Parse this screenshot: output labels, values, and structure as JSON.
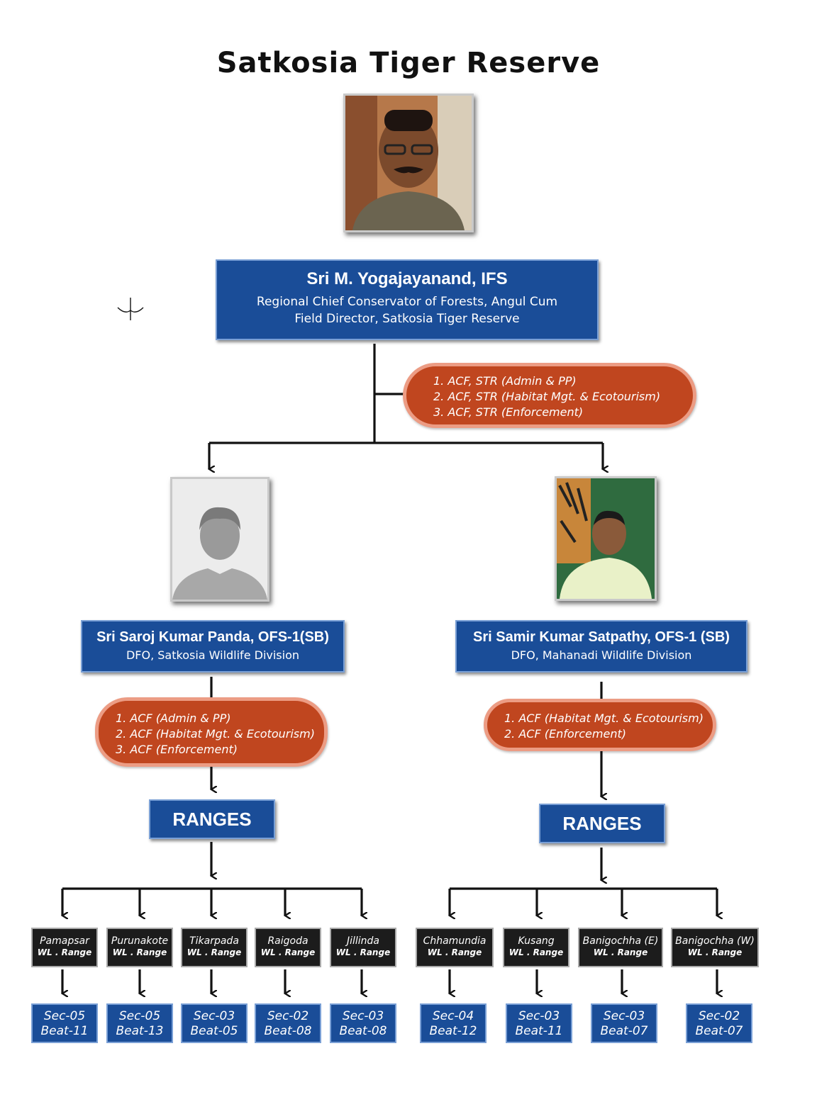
{
  "title": "Satkosia Tiger Reserve",
  "top": {
    "name": "Sri M. Yogajayanand, IFS",
    "line1": "Regional  Chief Conservator of Forests, Angul  Cum",
    "line2": "Field Director, Satkosia Tiger Reserve",
    "acf": [
      "1. ACF, STR (Admin & PP)",
      "2. ACF, STR (Habitat Mgt. &  Ecotourism)",
      "3. ACF, STR (Enforcement)"
    ]
  },
  "left": {
    "name": "Sri Saroj Kumar Panda, OFS-1(SB)",
    "designation": "DFO, Satkosia Wildlife Division",
    "acf": [
      "1. ACF (Admin & PP)",
      "2. ACF (Habitat Mgt. &  Ecotourism)",
      "3. ACF (Enforcement)"
    ],
    "ranges_label": "RANGES",
    "ranges": [
      {
        "name": "Pamapsar",
        "type": "WL . Range",
        "sec": "Sec-05",
        "beat": "Beat-11"
      },
      {
        "name": "Purunakote",
        "type": "WL . Range",
        "sec": "Sec-05",
        "beat": "Beat-13"
      },
      {
        "name": "Tikarpada",
        "type": "WL . Range",
        "sec": "Sec-03",
        "beat": "Beat-05"
      },
      {
        "name": "Raigoda",
        "type": "WL . Range",
        "sec": "Sec-02",
        "beat": "Beat-08"
      },
      {
        "name": "Jillinda",
        "type": "WL . Range",
        "sec": "Sec-03",
        "beat": "Beat-08"
      }
    ]
  },
  "right": {
    "name": "Sri Samir Kumar Satpathy, OFS-1 (SB)",
    "designation": "DFO, Mahanadi Wildlife Division",
    "acf": [
      "1. ACF (Habitat Mgt. &  Ecotourism)",
      "2. ACF (Enforcement)"
    ],
    "ranges_label": "RANGES",
    "ranges": [
      {
        "name": "Chhamundia",
        "type": "WL . Range",
        "sec": "Sec-04",
        "beat": "Beat-12"
      },
      {
        "name": "Kusang",
        "type": "WL . Range",
        "sec": "Sec-03",
        "beat": "Beat-11"
      },
      {
        "name": "Banigochha (E)",
        "type": "WL . Range",
        "sec": "Sec-03",
        "beat": "Beat-07"
      },
      {
        "name": "Banigochha (W)",
        "type": "WL . Range",
        "sec": "Sec-02",
        "beat": "Beat-07"
      }
    ]
  }
}
